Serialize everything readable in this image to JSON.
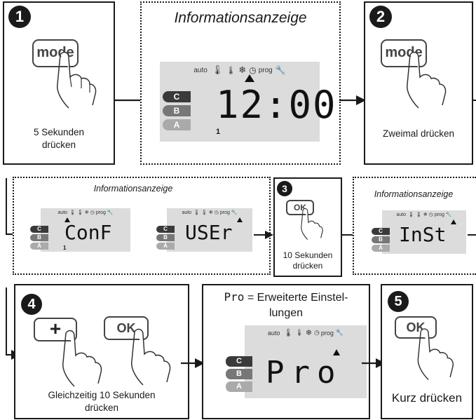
{
  "row1": {
    "step1": {
      "number": "1",
      "key_label": "mode",
      "caption_line1": "5 Sekunden",
      "caption_line2": "drücken"
    },
    "display_title": "Informationsanzeige",
    "display": {
      "mode_label": "auto",
      "prog_label": "prog",
      "value": "12:00",
      "bar_c": "C",
      "bar_b": "B",
      "bar_a": "A",
      "small_digit": "1"
    },
    "step2": {
      "number": "2",
      "key_label": "mode",
      "caption": "Zweimal drücken"
    }
  },
  "row2": {
    "group_title": "Informationsanzeige",
    "display_conf": {
      "mode_label": "auto",
      "prog_label": "prog",
      "value": "ConF",
      "bar_c": "C",
      "bar_b": "B",
      "bar_a": "A",
      "small_digit": "1"
    },
    "display_user": {
      "mode_label": "auto",
      "prog_label": "prog",
      "value": "USEr",
      "bar_c": "C",
      "bar_b": "B",
      "bar_a": "A"
    },
    "step3": {
      "number": "3",
      "key_label": "OK",
      "caption_line1": "10 Sekunden",
      "caption_line2": "drücken"
    },
    "display_inst_title": "Informationsanzeige",
    "display_inst": {
      "mode_label": "auto",
      "prog_label": "prog",
      "value": "InSt",
      "bar_c": "C",
      "bar_b": "B",
      "bar_a": "A"
    }
  },
  "row3": {
    "step4": {
      "number": "4",
      "plus_label": "+",
      "ok_label": "OK",
      "caption_line1": "Gleichzeitig 10 Sekunden",
      "caption_line2": "drücken"
    },
    "pro_heading": {
      "code": "Pro",
      "text_line1": "= Erweiterte Einstel-",
      "text_line2": "lungen"
    },
    "display_pro": {
      "mode_label": "auto",
      "prog_label": "prog",
      "value": "Pro",
      "bar_c": "C",
      "bar_b": "B",
      "bar_a": "A"
    },
    "step5": {
      "number": "5",
      "key_label": "OK",
      "caption": "Kurz drücken"
    }
  }
}
